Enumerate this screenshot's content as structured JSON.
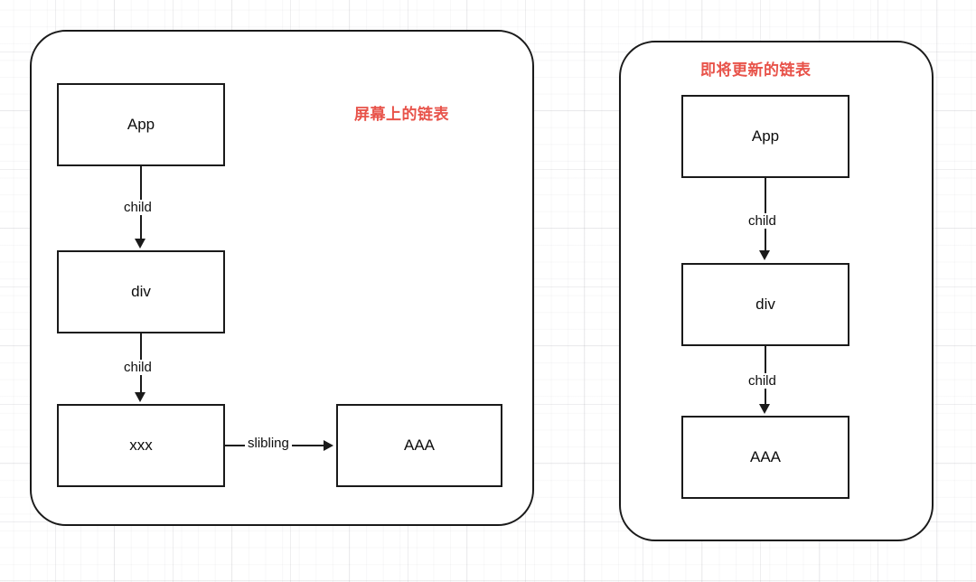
{
  "diagram": {
    "background": "graph-paper-grid",
    "accent_color": "#e8534a",
    "stroke_color": "#1a1a1a",
    "panels": [
      {
        "id": "current-tree",
        "title": "屏幕上的链表",
        "nodes": [
          {
            "id": "app",
            "label": "App"
          },
          {
            "id": "div",
            "label": "div"
          },
          {
            "id": "xxx",
            "label": "xxx"
          },
          {
            "id": "aaa",
            "label": "AAA"
          }
        ],
        "edges": [
          {
            "from": "app",
            "to": "div",
            "label": "child",
            "direction": "down"
          },
          {
            "from": "div",
            "to": "xxx",
            "label": "child",
            "direction": "down"
          },
          {
            "from": "xxx",
            "to": "aaa",
            "label": "slibling",
            "direction": "right"
          }
        ]
      },
      {
        "id": "next-tree",
        "title": "即将更新的链表",
        "nodes": [
          {
            "id": "app",
            "label": "App"
          },
          {
            "id": "div",
            "label": "div"
          },
          {
            "id": "aaa",
            "label": "AAA"
          }
        ],
        "edges": [
          {
            "from": "app",
            "to": "div",
            "label": "child",
            "direction": "down"
          },
          {
            "from": "div",
            "to": "aaa",
            "label": "child",
            "direction": "down"
          }
        ]
      }
    ]
  }
}
